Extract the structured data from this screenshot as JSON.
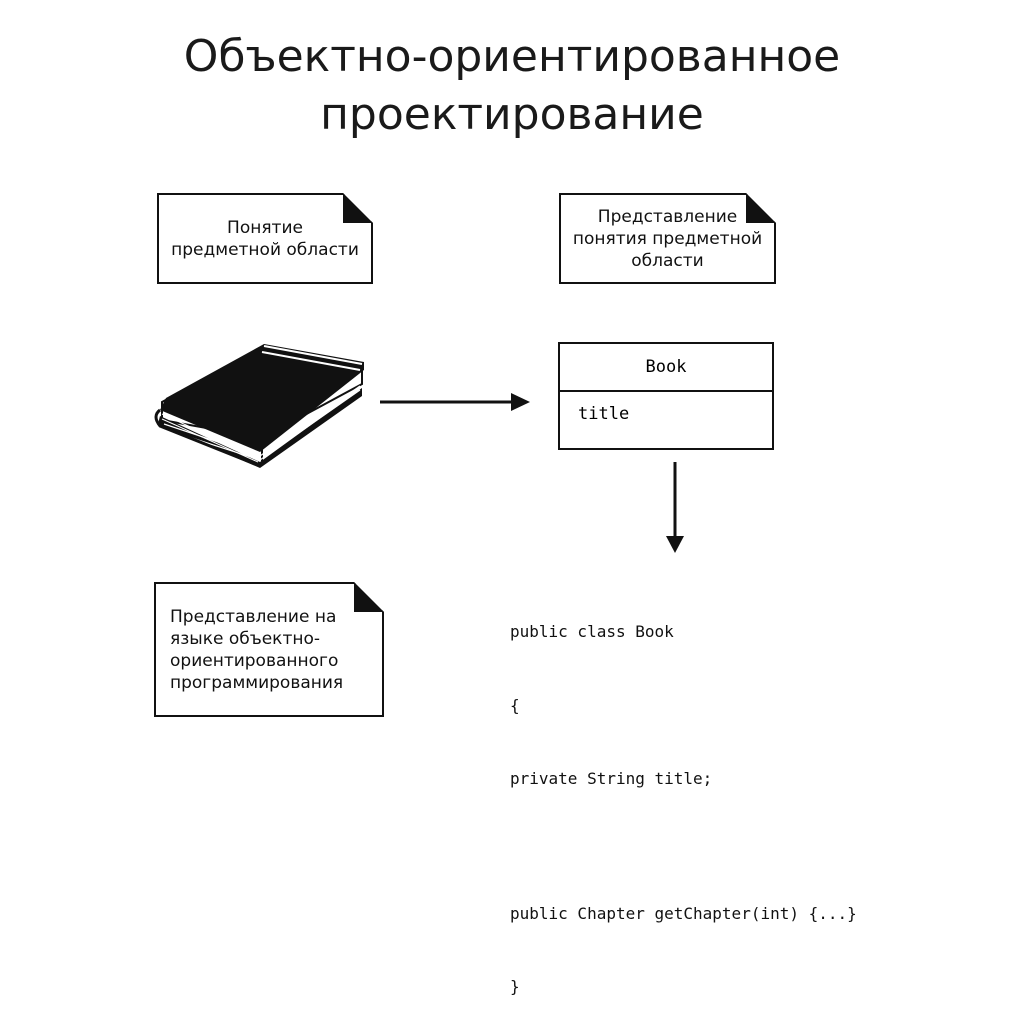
{
  "title": {
    "line1": "Объектно-ориентированное",
    "line2": "проектирование"
  },
  "notes": {
    "domain_concept": {
      "line1": "Понятие",
      "line2": "предметной области"
    },
    "concept_representation": {
      "line1": "Представление",
      "line2": "понятия предметной",
      "line3": "области"
    },
    "language_representation": {
      "line1": "Представление на",
      "line2": "языке объектно-",
      "line3": "ориентированного",
      "line4": "программирования"
    }
  },
  "uml_class": {
    "name": "Book",
    "attribute": "title"
  },
  "code": {
    "line1": "public class Book",
    "line2": "{",
    "line3": "private String title;",
    "line4": "public Chapter getChapter(int) {...}",
    "line5": "}"
  },
  "icons": {
    "book": "book-icon",
    "note_fold": "folded-corner-icon"
  }
}
